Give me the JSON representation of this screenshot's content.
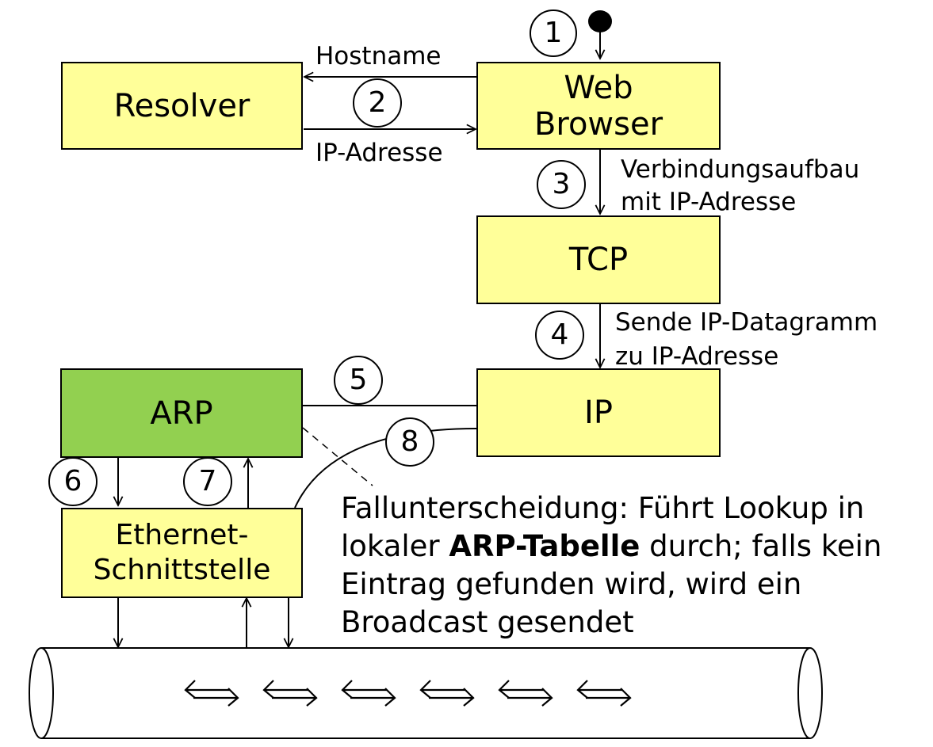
{
  "colors": {
    "box_fill": "#ffff99",
    "arp_fill": "#92d050",
    "stroke": "#000000",
    "background": "#ffffff"
  },
  "boxes": {
    "resolver": "Resolver",
    "web_browser_line1": "Web",
    "web_browser_line2": "Browser",
    "tcp": "TCP",
    "ip": "IP",
    "arp": "ARP",
    "ethernet_line1": "Ethernet-",
    "ethernet_line2": "Schnittstelle"
  },
  "labels": {
    "hostname": "Hostname",
    "ip_adresse": "IP-Adresse",
    "verbindungsaufbau_line1": "Verbindungsaufbau",
    "verbindungsaufbau_line2": "mit IP-Adresse",
    "sende_line1": "Sende IP-Datagramm",
    "sende_line2": "zu IP-Adresse"
  },
  "steps": [
    "1",
    "2",
    "3",
    "4",
    "5",
    "6",
    "7",
    "8"
  ],
  "note": {
    "part1": "Fallunterscheidung: Führt Lookup in lokaler ",
    "bold": "ARP-Tabelle",
    "part2": " durch; falls kein Eintrag gefunden wird, wird ein Broadcast gesendet"
  },
  "network": {
    "packet_symbol": "exchange-arrows-icon",
    "packet_count": 6
  }
}
